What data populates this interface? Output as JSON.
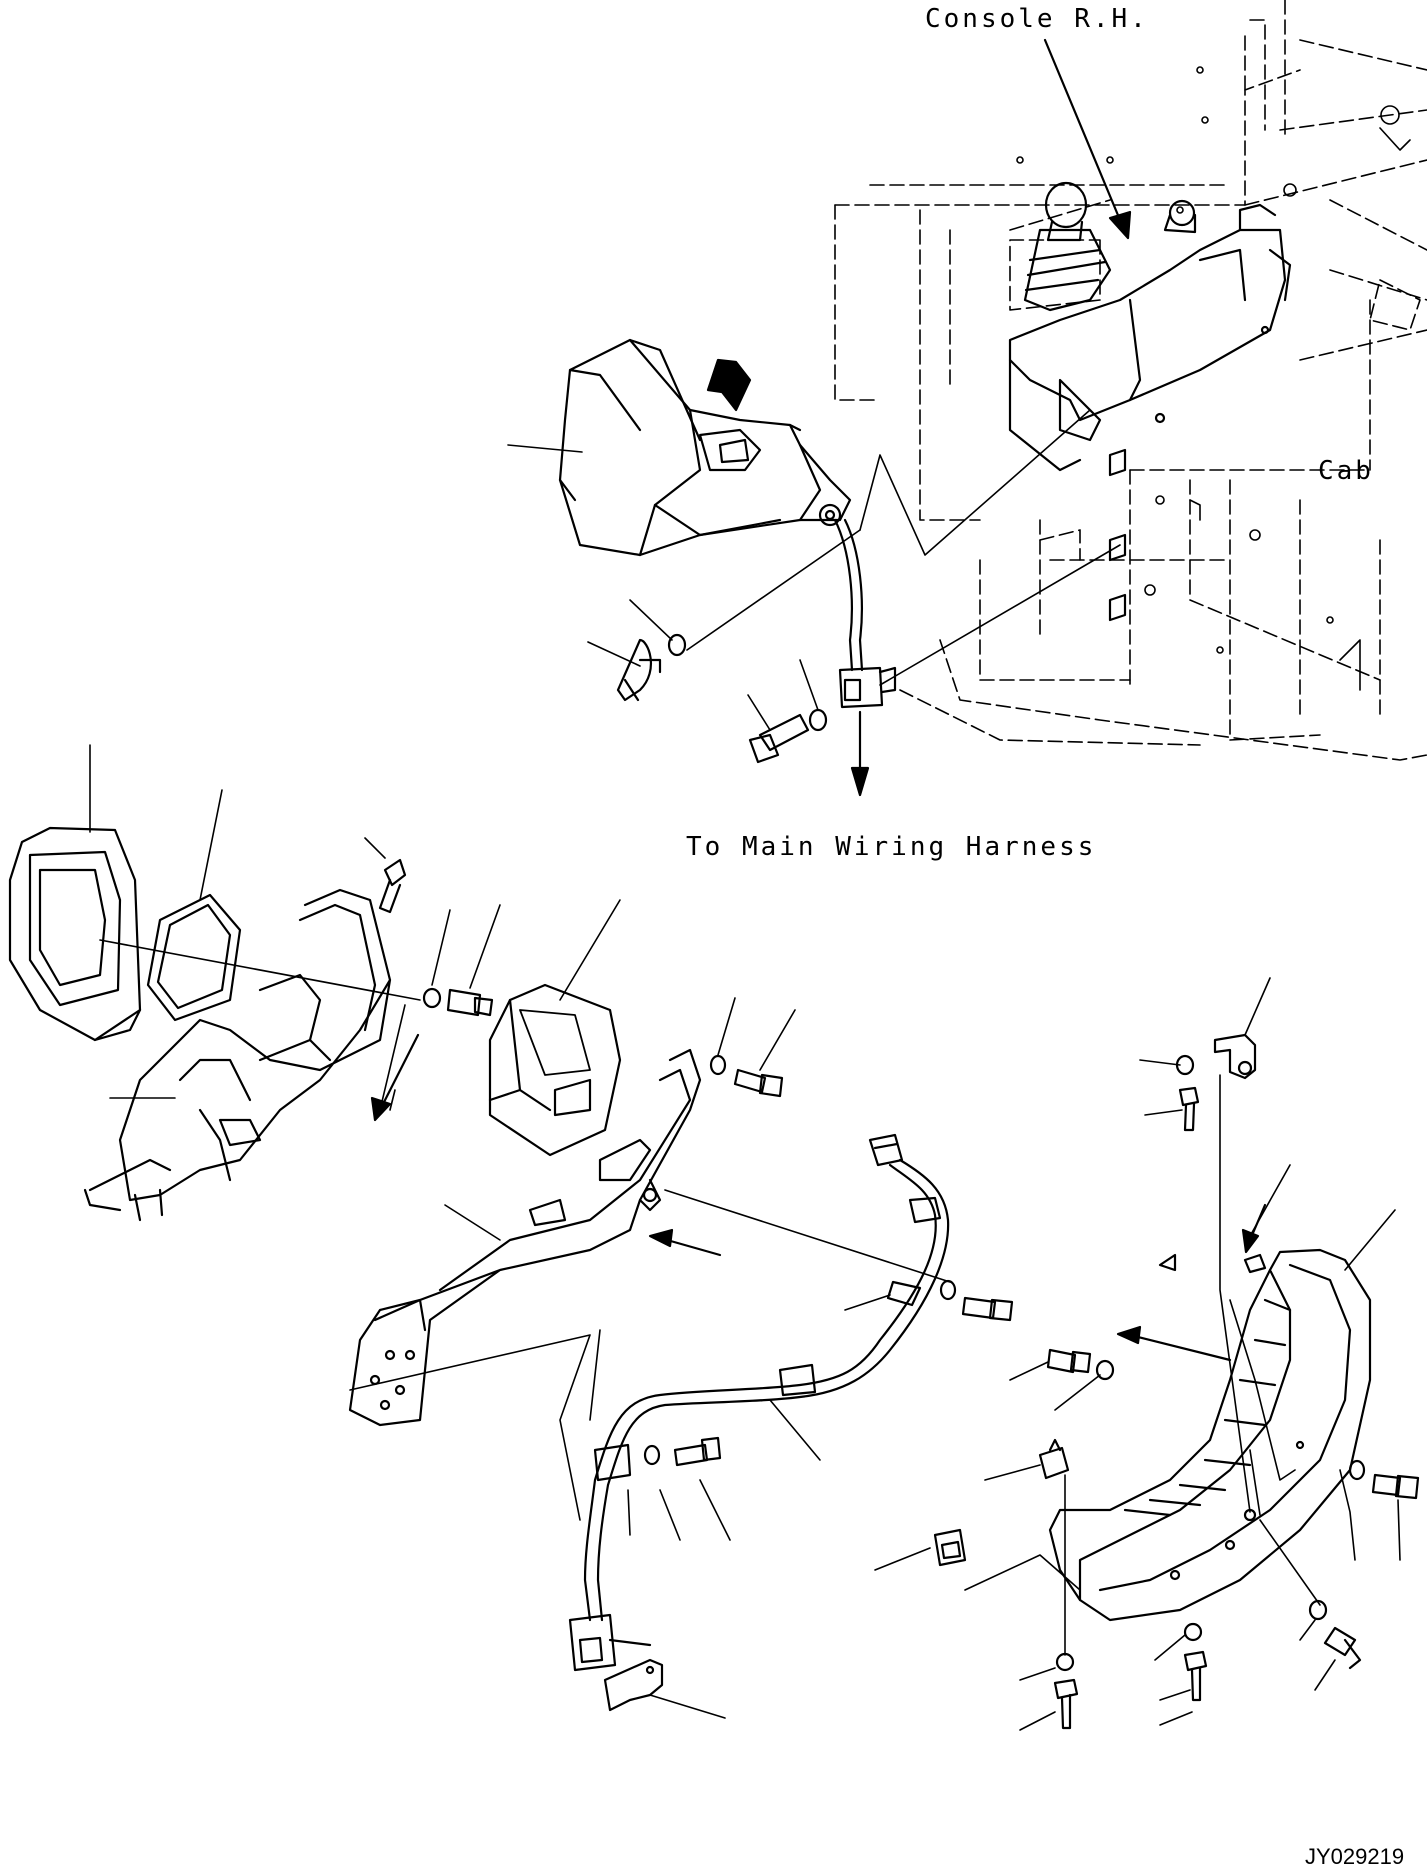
{
  "labels": {
    "console_rh": "Console R.H.",
    "cab": "Cab",
    "to_main_harness": "To Main Wiring Harness",
    "drawing_id": "JY029219"
  },
  "colors": {
    "line": "#000000",
    "background": "#ffffff"
  }
}
